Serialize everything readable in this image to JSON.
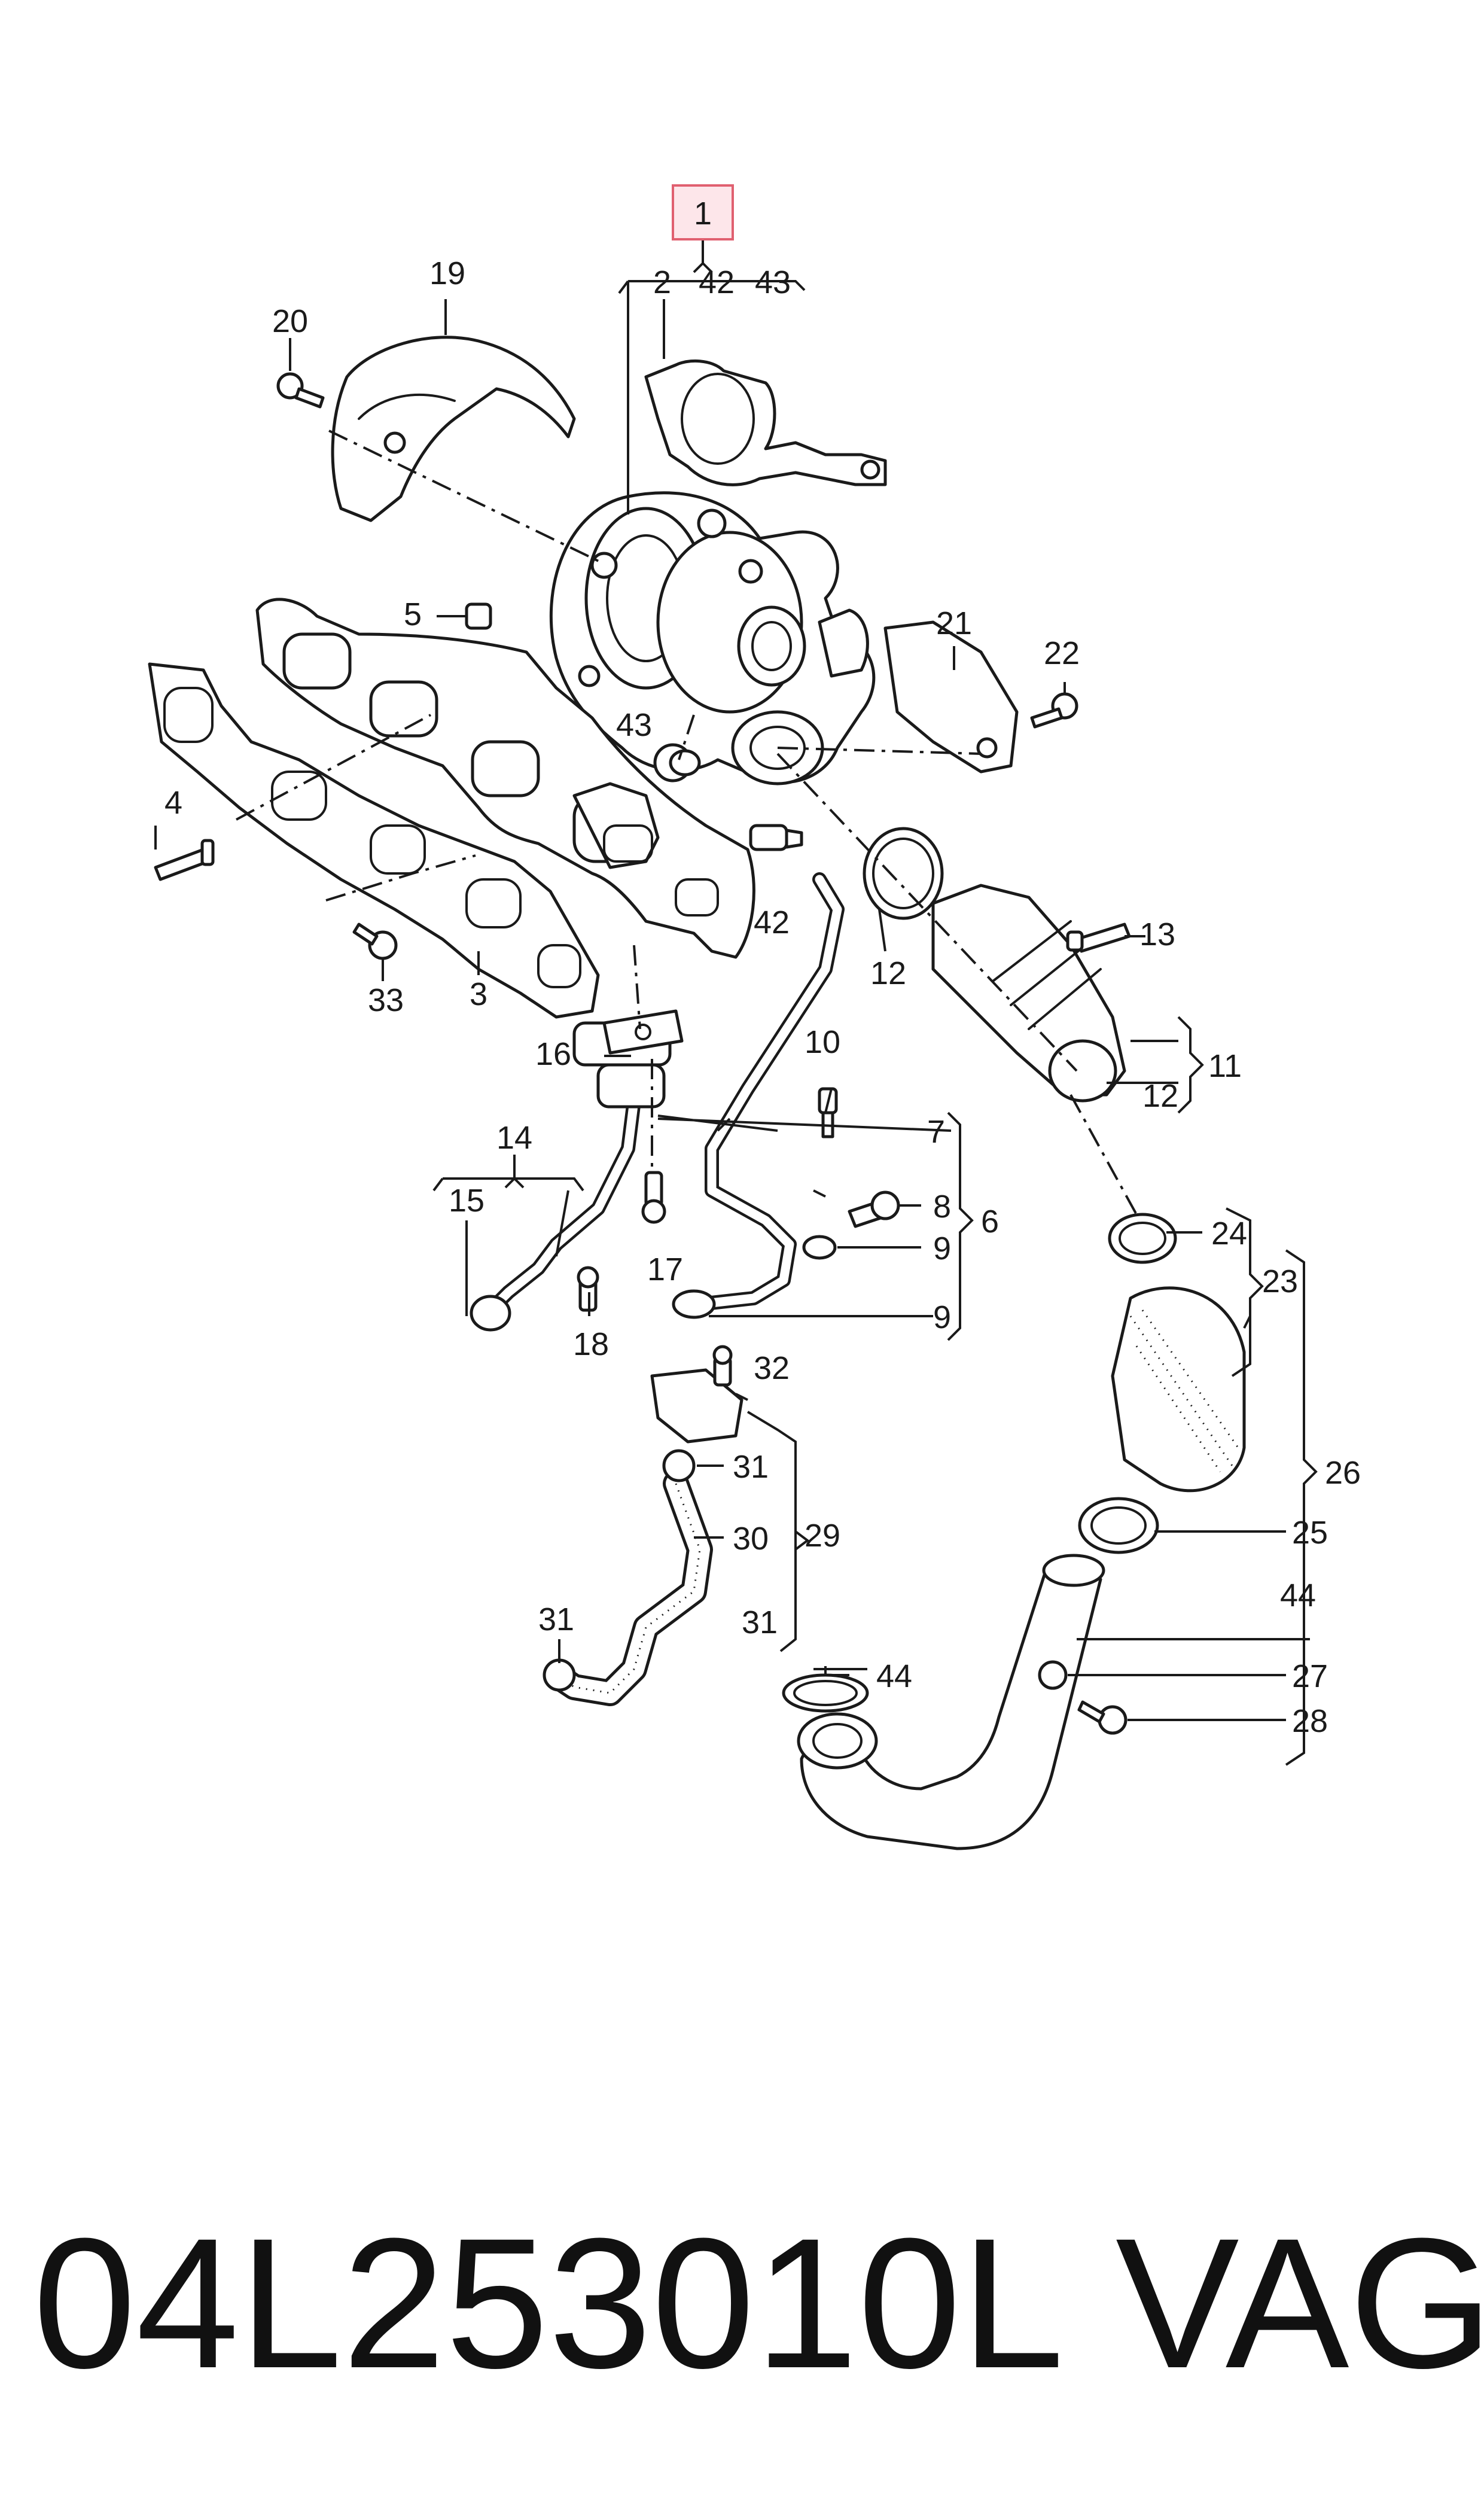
{
  "callouts": {
    "c1": "1",
    "c2": "2",
    "c3": "3",
    "c4": "4",
    "c5": "5",
    "c6": "6",
    "c7": "7",
    "c8": "8",
    "c9a": "9",
    "c9b": "9",
    "c10": "10",
    "c11": "11",
    "c12a": "12",
    "c12b": "12",
    "c13": "13",
    "c14": "14",
    "c15": "15",
    "c16": "16",
    "c17": "17",
    "c18": "18",
    "c19": "19",
    "c20": "20",
    "c21": "21",
    "c22": "22",
    "c23": "23",
    "c24": "24",
    "c25": "25",
    "c26": "26",
    "c27": "27",
    "c28": "28",
    "c29": "29",
    "c30": "30",
    "c31a": "31",
    "c31b": "31",
    "c31c": "31",
    "c32": "32",
    "c33": "33",
    "c42a": "42",
    "c42b": "42",
    "c43a": "43",
    "c43b": "43",
    "c44a": "44",
    "c44b": "44"
  },
  "footer": {
    "part_number": "04L253010L",
    "brand": "VAG"
  },
  "colors": {
    "highlight_fill": "#fde6ea",
    "highlight_stroke": "#e06070",
    "line": "#1a1a1a"
  }
}
